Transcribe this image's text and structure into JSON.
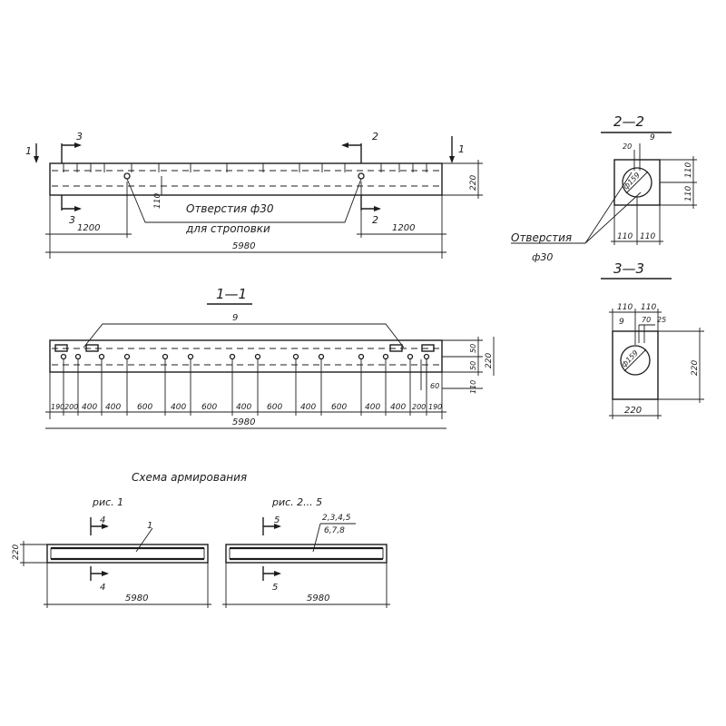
{
  "elevation": {
    "section_mark_1": "1",
    "section_mark_2": "2",
    "section_mark_3": "3",
    "dim_left": "1200",
    "dim_right": "1200",
    "dim_total": "5980",
    "dim_height": "220",
    "dim_hole_offset": "110",
    "note_line1": "Отверстия ф30",
    "note_line2": "для строповки"
  },
  "section_2": {
    "title": "2—2",
    "dim_9": "9",
    "dim_20": "20",
    "dim_dia": "ф159",
    "dim_h1": "110",
    "dim_h2": "110",
    "dim_w1": "110",
    "dim_w2": "110",
    "note_line1": "Отверстия",
    "note_line2": "ф30"
  },
  "section_3": {
    "title": "3—3",
    "dim_w1": "110",
    "dim_w2": "110",
    "dim_9": "9",
    "dim_70": "70",
    "dim_25": "25",
    "dim_dia": "ф159",
    "dim_height": "220",
    "dim_width": "220"
  },
  "plan_1_1": {
    "title": "1—1",
    "label_9": "9",
    "dim_50a": "50",
    "dim_50b": "50",
    "dim_220": "220",
    "dim_110": "110",
    "dim_60": "60",
    "dim_total": "5980",
    "spacing": [
      "190",
      "200",
      "400",
      "400",
      "600",
      "400",
      "600",
      "400",
      "600",
      "400",
      "600",
      "400",
      "400",
      "200",
      "190"
    ]
  },
  "reinforcement": {
    "title": "Схема армирования",
    "fig1_label": "рис. 1",
    "fig2_label": "рис. 2... 5",
    "fig1_section": "4",
    "fig2_section": "5",
    "fig1_pos": "1",
    "fig2_pos_top": "2,3,4,5",
    "fig2_pos_bottom": "6,7,8",
    "dim_220": "220",
    "fig1_length": "5980",
    "fig2_length": "5980"
  }
}
